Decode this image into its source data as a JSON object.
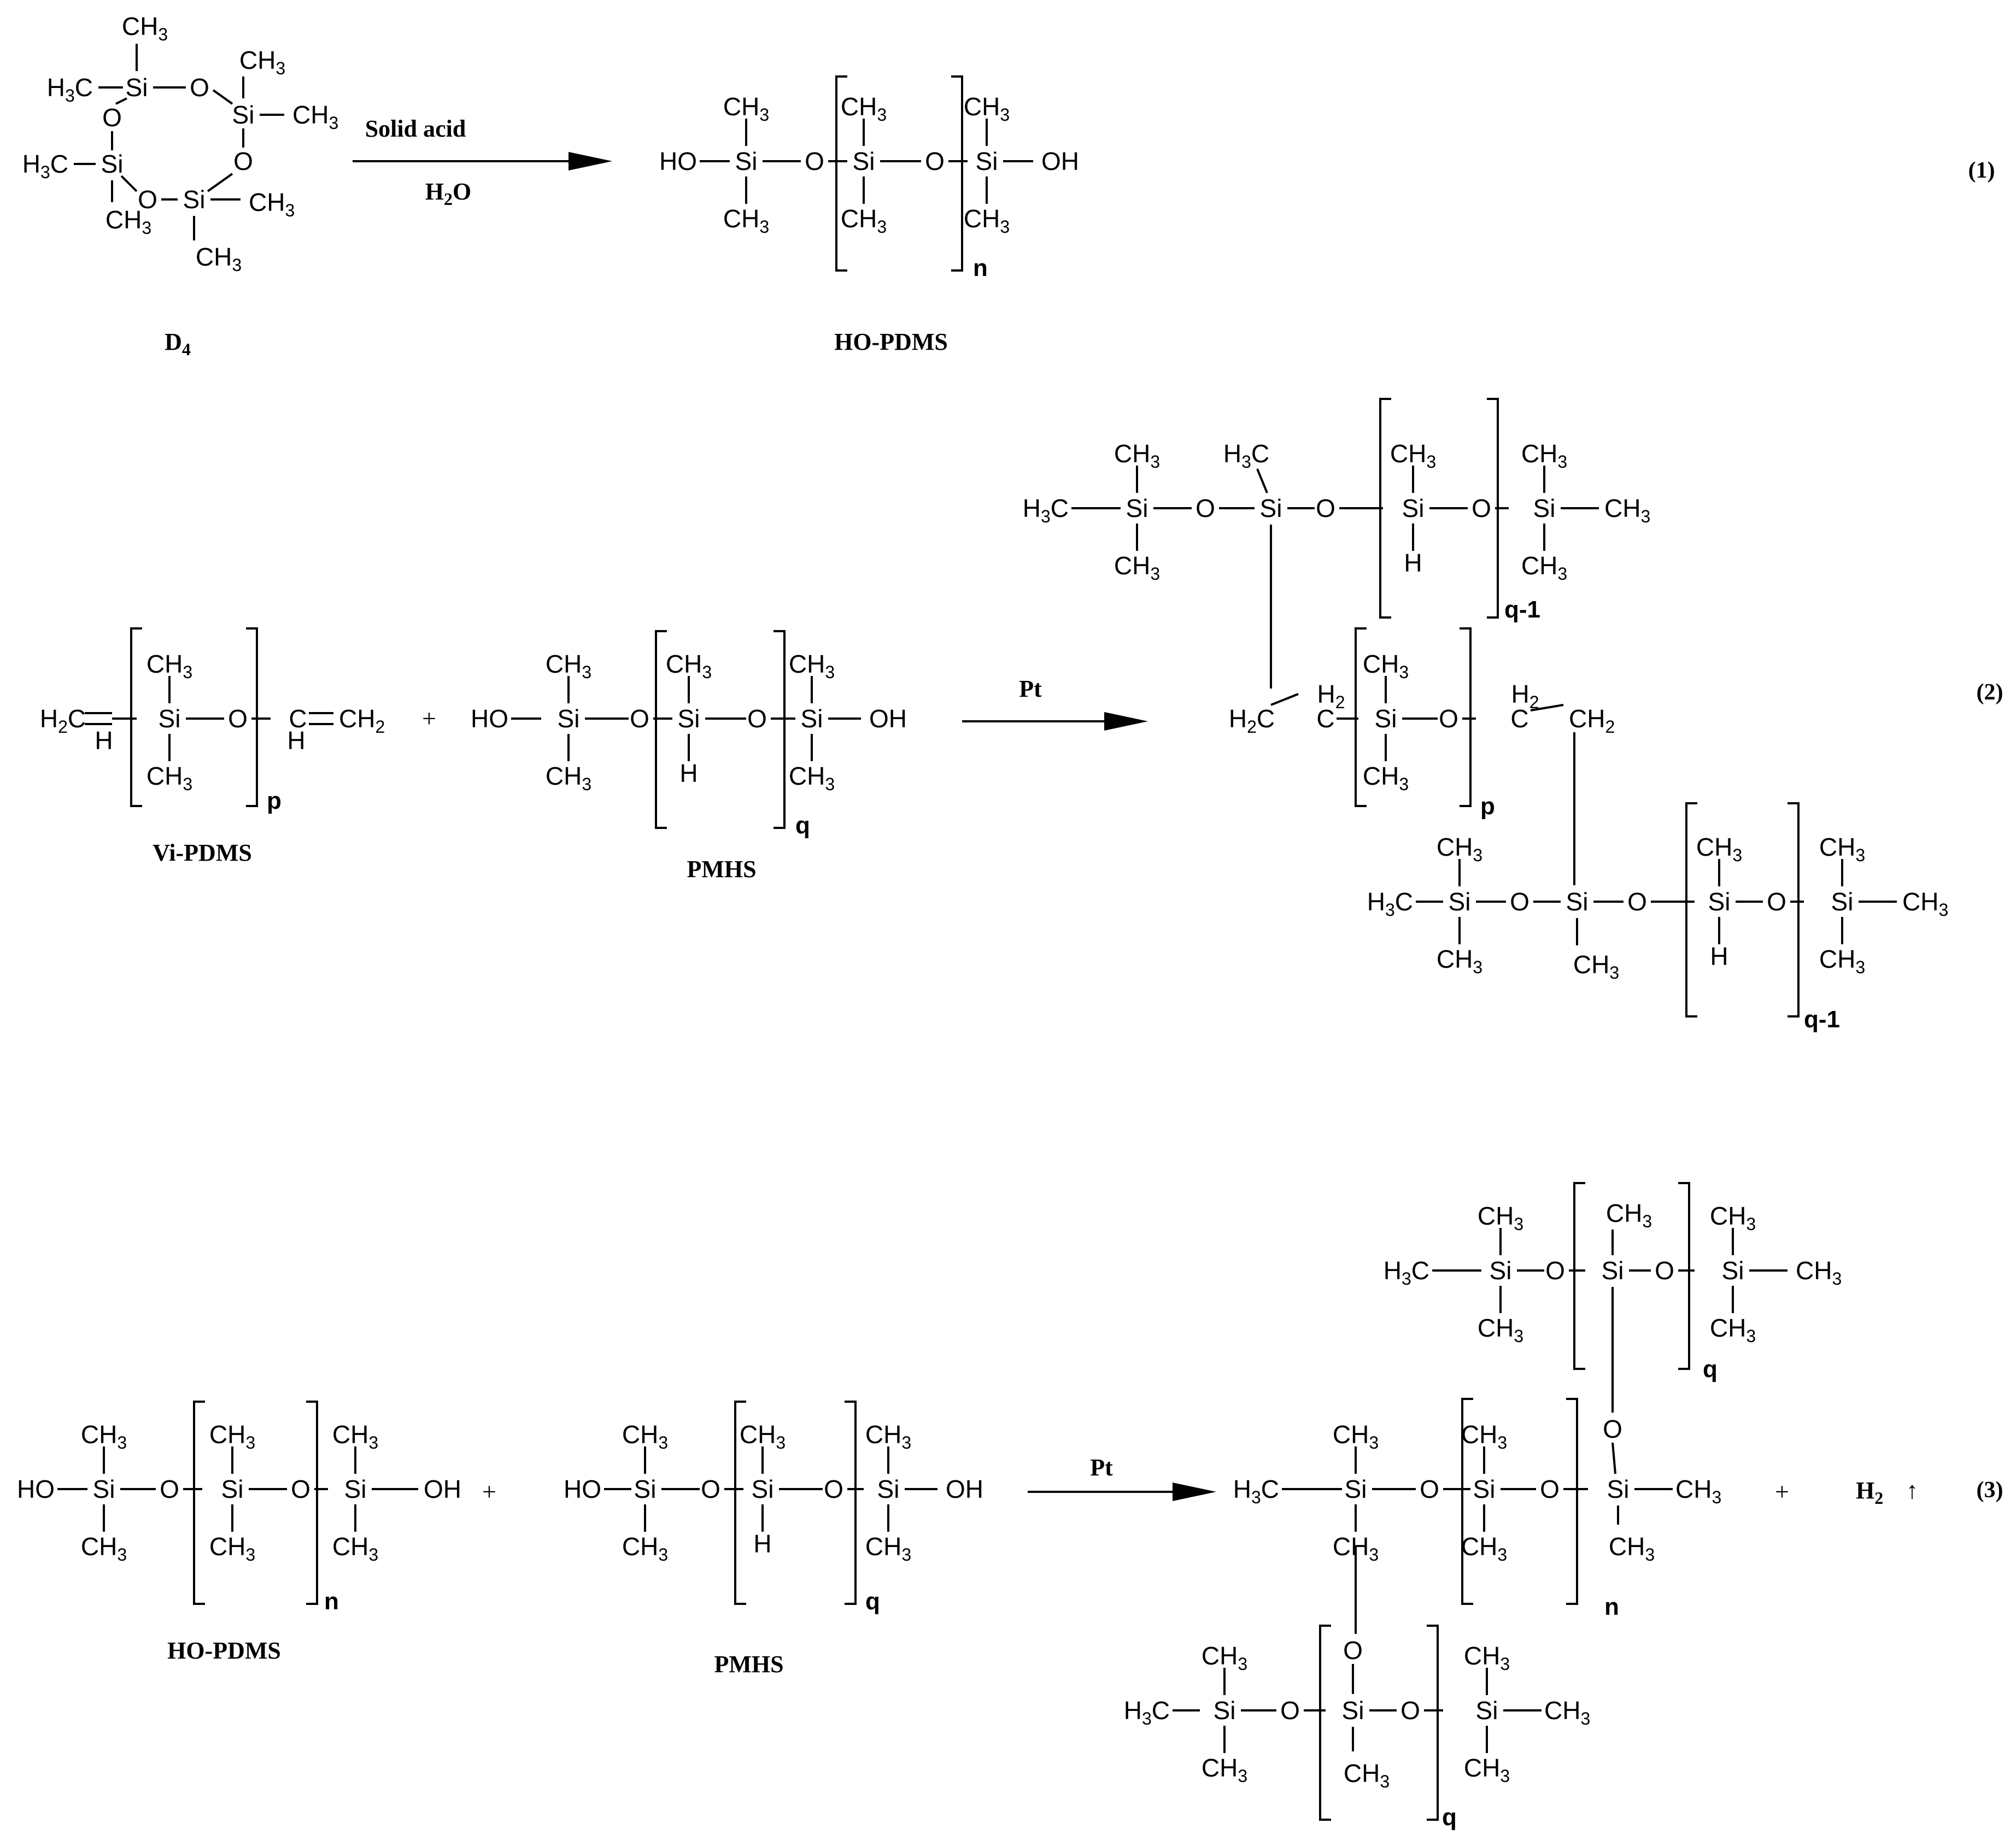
{
  "reactions": [
    {
      "number": "(1)",
      "reactants": [
        {
          "name": "D",
          "subscript": "4"
        }
      ],
      "conditions": {
        "above": "Solid acid",
        "below": "H2O"
      },
      "products": [
        {
          "name": "HO-PDMS",
          "repeat_index": "n"
        }
      ]
    },
    {
      "number": "(2)",
      "reactants": [
        {
          "name": "Vi-PDMS",
          "repeat_index": "p"
        },
        {
          "name": "PMHS",
          "repeat_index": "q"
        }
      ],
      "plus": "+",
      "conditions": {
        "above": "Pt"
      },
      "products": [
        {
          "repeat_indices": [
            "q-1",
            "p",
            "q-1"
          ]
        }
      ]
    },
    {
      "number": "(3)",
      "reactants": [
        {
          "name": "HO-PDMS",
          "repeat_index": "n"
        },
        {
          "name": "PMHS",
          "repeat_index": "q"
        }
      ],
      "plus": "+",
      "conditions": {
        "above": "Pt"
      },
      "products": [
        {
          "repeat_indices": [
            "q",
            "n",
            "q"
          ]
        },
        {
          "name": "H2",
          "subscript": "2",
          "symbol": "↑"
        }
      ]
    }
  ],
  "atoms": {
    "si": "Si",
    "o": "O",
    "h": "H",
    "c": "C",
    "ch3": "CH",
    "h3c": "H",
    "h2c": "H",
    "ch2": "CH",
    "ho": "HO",
    "oh": "OH",
    "sub3": "3",
    "sub2": "2",
    "subc": "C",
    "subsi": "Si"
  }
}
